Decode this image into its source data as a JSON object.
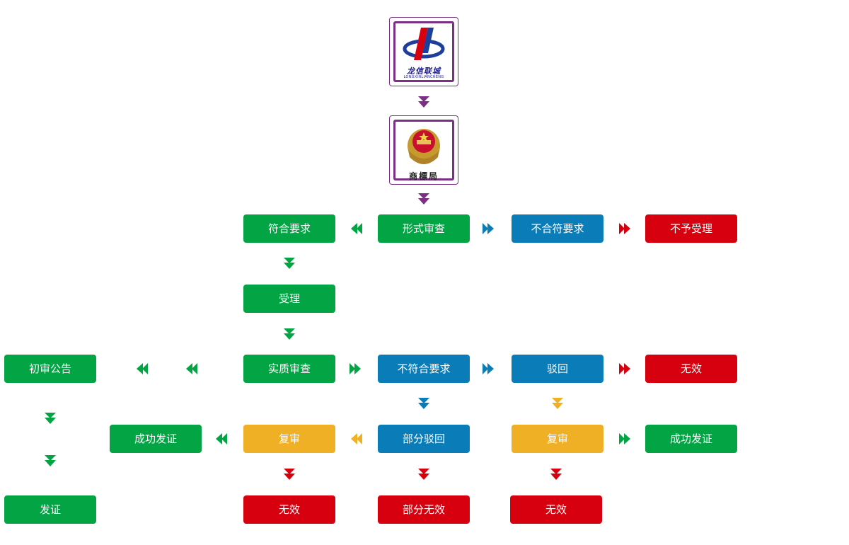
{
  "logos": {
    "brand": {
      "name_cn": "龙信联城",
      "name_en": "LONGXINLIANCHENG"
    },
    "office": {
      "name_cn": "商標局"
    }
  },
  "nodes": {
    "conform_requirements": "符合要求",
    "formal_examination": "形式审查",
    "not_conform_formal": "不合符要求",
    "not_accepted": "不予受理",
    "accepted": "受理",
    "preliminary_announcement": "初审公告",
    "substantive_examination": "实质审查",
    "not_conform_substantive": "不符合要求",
    "rejected": "驳回",
    "invalid_rejected": "无效",
    "issue_certificate": "发证",
    "success_left": "成功发证",
    "review_left": "复审",
    "partial_rejection": "部分驳回",
    "review_right": "复审",
    "success_right": "成功发证",
    "invalid_review_left": "无效",
    "partial_invalid": "部分无效",
    "invalid_review_right": "无效"
  },
  "colors": {
    "green": "#02a444",
    "blue": "#0a7db8",
    "red": "#d7000f",
    "yellow": "#f0b026",
    "purple": "#7b2f85"
  }
}
